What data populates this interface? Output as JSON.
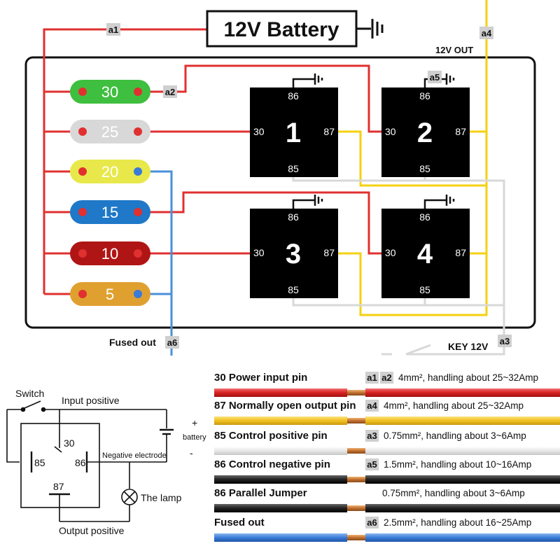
{
  "battery": {
    "label": "12V Battery"
  },
  "labels": {
    "out12v": "12V OUT",
    "fused_out": "Fused out",
    "key12v": "KEY 12V"
  },
  "tags": {
    "a1": "a1",
    "a2": "a2",
    "a3": "a3",
    "a4": "a4",
    "a5": "a5",
    "a6": "a6"
  },
  "fuses": [
    {
      "value": "30",
      "color": "#3fbf3f"
    },
    {
      "value": "25",
      "color": "#d8d8d8"
    },
    {
      "value": "20",
      "color": "#e8e84a"
    },
    {
      "value": "15",
      "color": "#1f78c8"
    },
    {
      "value": "10",
      "color": "#b01515"
    },
    {
      "value": "5",
      "color": "#e0a030"
    }
  ],
  "relays": [
    {
      "number": "1",
      "pin_top": "86",
      "pin_left": "30",
      "pin_right": "87",
      "pin_bottom": "85"
    },
    {
      "number": "2",
      "pin_top": "86",
      "pin_left": "30",
      "pin_right": "87",
      "pin_bottom": "85"
    },
    {
      "number": "3",
      "pin_top": "86",
      "pin_left": "30",
      "pin_right": "87",
      "pin_bottom": "85"
    },
    {
      "number": "4",
      "pin_top": "86",
      "pin_left": "30",
      "pin_right": "87",
      "pin_bottom": "85"
    }
  ],
  "schematic": {
    "switch": "Switch",
    "input_positive": "Input positive",
    "pin30": "30",
    "pin85": "85",
    "pin86": "86",
    "pin87": "87",
    "negative_electrode": "Negative electrode",
    "the_lamp": "The lamp",
    "output_positive": "Output positive",
    "plus": "+",
    "battery": "battery",
    "minus": "-"
  },
  "legend": [
    {
      "title": "30 Power input pin",
      "tags": [
        "a1",
        "a2"
      ],
      "desc": "4mm², handling about 25~32Amp",
      "wire_color": "#e03030"
    },
    {
      "title": "87 Normally open output pin",
      "tags": [
        "a4"
      ],
      "desc": "4mm², handling about 25~32Amp",
      "wire_color": "#f0c020"
    },
    {
      "title": "85 Control positive pin",
      "tags": [
        "a3"
      ],
      "desc": "0.75mm², handling about 3~6Amp",
      "wire_color": "#e8e8e8"
    },
    {
      "title": "86 Control negative pin",
      "tags": [
        "a5"
      ],
      "desc": "1.5mm², handling about 10~16Amp",
      "wire_color": "#222222"
    },
    {
      "title": "86 Parallel Jumper",
      "tags": [],
      "desc": "0.75mm², handling about 3~6Amp",
      "wire_color": "#222222"
    },
    {
      "title": "Fused out",
      "tags": [
        "a6"
      ],
      "desc": "2.5mm², handling about 16~25Amp",
      "wire_color": "#3a7ad8"
    }
  ]
}
